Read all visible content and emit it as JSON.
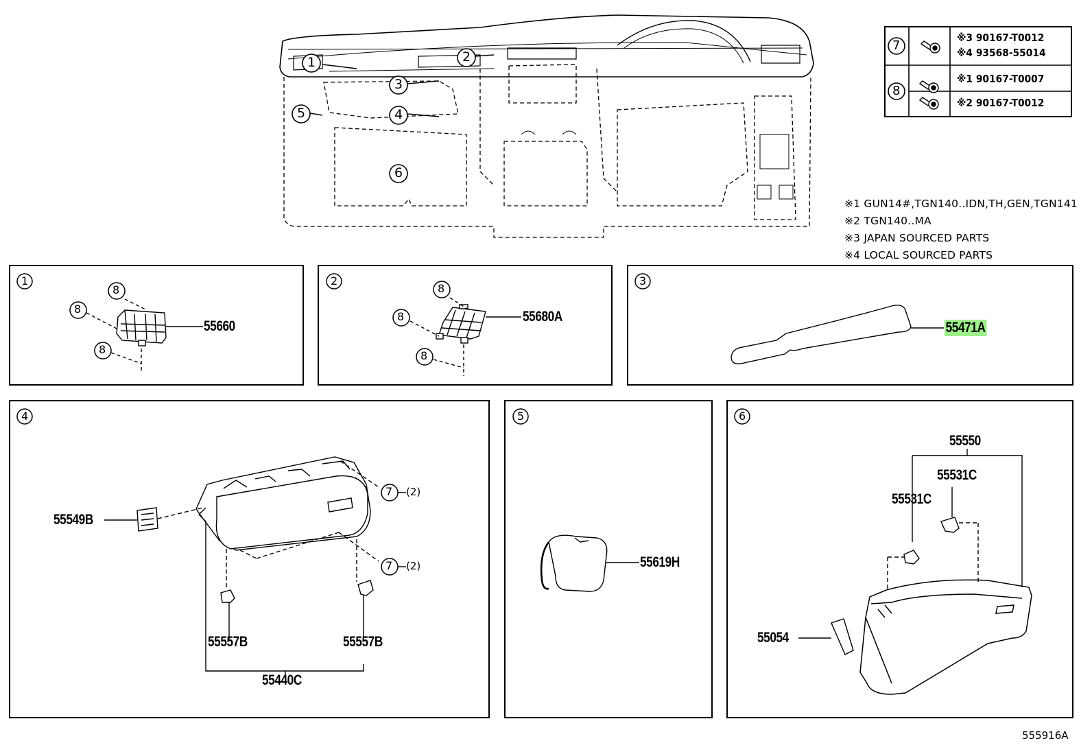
{
  "diagram": {
    "overview_callouts": [
      "1",
      "2",
      "3",
      "4",
      "5",
      "6"
    ],
    "fastener_table": {
      "rows": [
        {
          "callout": "7",
          "codes": [
            "※3 90167-T0012",
            "※4 93568-55014"
          ]
        },
        {
          "callout": "8",
          "codes": [
            "※1 90167-T0007",
            "※2 90167-T0012"
          ]
        }
      ]
    },
    "notes": [
      "※1 GUN14#,TGN140..IDN,TH,GEN,TGN141",
      "※2 TGN140..MA",
      "※3 JAPAN SOURCED PARTS",
      "※4 LOCAL SOURCED PARTS"
    ],
    "panels": [
      {
        "id": "1",
        "parts": [
          "55660"
        ],
        "callouts": [
          "8",
          "8",
          "8"
        ]
      },
      {
        "id": "2",
        "parts": [
          "55680A"
        ],
        "callouts": [
          "8",
          "8",
          "8"
        ]
      },
      {
        "id": "3",
        "parts": [
          "55471A"
        ],
        "highlighted_part": "55471A"
      },
      {
        "id": "4",
        "parts": [
          "55549B",
          "55557B",
          "55557B",
          "55440C"
        ],
        "callouts": [
          "7",
          "7"
        ],
        "qty": [
          "(2)",
          "(2)"
        ]
      },
      {
        "id": "5",
        "parts": [
          "55619H"
        ]
      },
      {
        "id": "6",
        "parts": [
          "55550",
          "55531C",
          "55531C",
          "55054"
        ]
      }
    ],
    "reference_code": "555916A"
  }
}
